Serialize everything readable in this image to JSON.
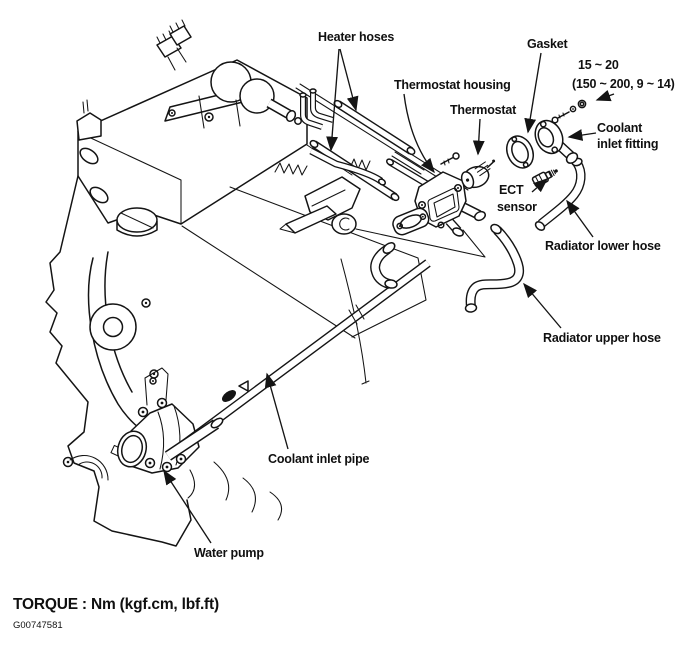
{
  "diagram": {
    "labels": {
      "heater_hoses": "Heater hoses",
      "thermostat_housing": "Thermostat housing",
      "thermostat": "Thermostat",
      "gasket": "Gasket",
      "torque_spec_line1": "15 ~ 20",
      "torque_spec_line2": "(150 ~ 200, 9 ~ 14)",
      "coolant_inlet_fitting_line1": "Coolant",
      "coolant_inlet_fitting_line2": "inlet fitting",
      "ect_sensor_line1": "ECT",
      "ect_sensor_line2": "sensor",
      "radiator_lower_hose": "Radiator lower hose",
      "radiator_upper_hose": "Radiator upper hose",
      "coolant_inlet_pipe": "Coolant inlet pipe",
      "water_pump": "Water pump"
    },
    "footer": {
      "torque_note": "TORQUE : Nm (kgf.cm, lbf.ft)",
      "figure_code": "G00747581"
    },
    "colors": {
      "line": "#141414",
      "background": "#ffffff"
    }
  }
}
